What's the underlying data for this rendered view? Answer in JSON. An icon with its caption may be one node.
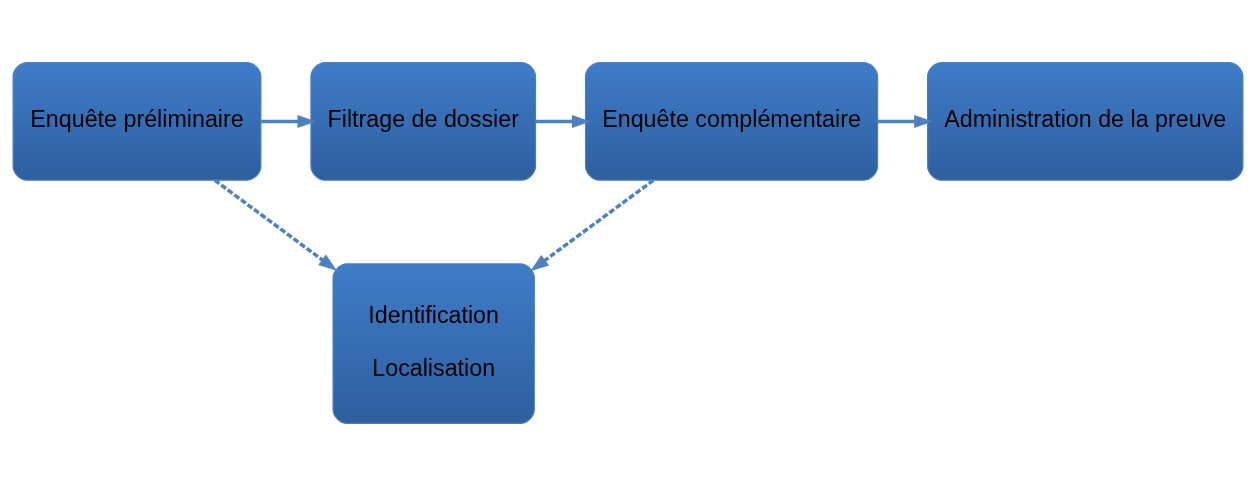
{
  "diagram": {
    "nodes": [
      {
        "text": [
          "Enquête préliminaire"
        ]
      },
      {
        "text": [
          "Filtrage de dossier"
        ]
      },
      {
        "text": [
          "Enquête complémentaire"
        ]
      },
      {
        "text": [
          "Administration de la preuve"
        ]
      },
      {
        "text": [
          "Identification",
          "Localisation"
        ]
      }
    ],
    "edges": [
      {
        "from": 0,
        "to": 1,
        "arrow": "to"
      },
      {
        "from": 1,
        "to": 2,
        "arrow": "to"
      },
      {
        "from": 2,
        "to": 3,
        "arrow": "to"
      },
      {
        "from": 0,
        "to": 4,
        "arrow": "to",
        "style": "dashed"
      },
      {
        "from": 2,
        "to": 4,
        "arrow": "to",
        "style": "dashed"
      }
    ]
  }
}
